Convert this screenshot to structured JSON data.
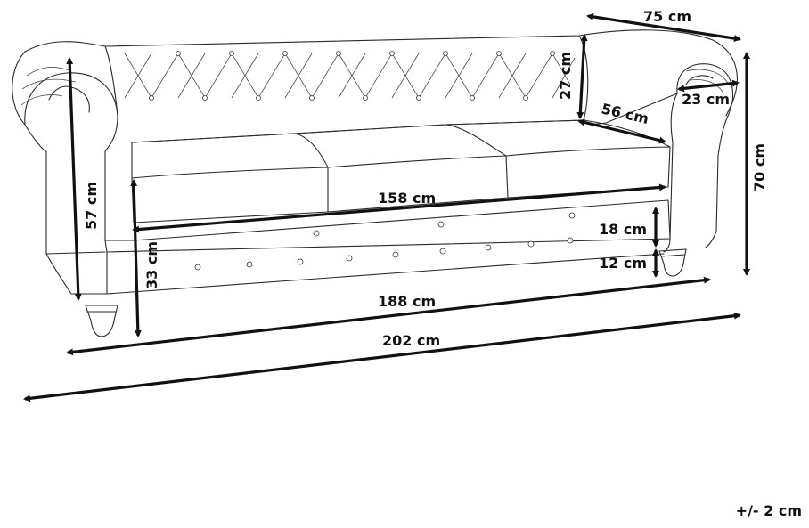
{
  "diagram": {
    "subject": "sofa dimension drawing",
    "dimensions": {
      "depth": "75 cm",
      "back_height": "27 cm",
      "arm_width": "23 cm",
      "seat_depth": "56 cm",
      "total_height": "70 cm",
      "arm_height": "57 cm",
      "seat_width": "158 cm",
      "seat_height": "33 cm",
      "cushion_height": "18 cm",
      "leg_height": "12 cm",
      "inner_width": "188 cm",
      "total_width": "202 cm"
    },
    "tolerance": "+/- 2 cm"
  }
}
